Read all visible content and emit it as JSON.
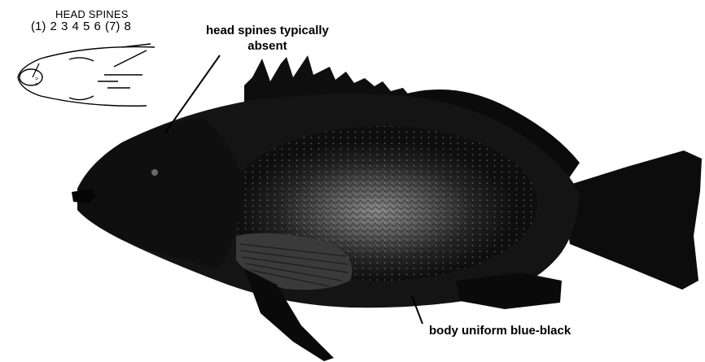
{
  "head_spines_diagram": {
    "title": "HEAD SPINES",
    "numbers": "(1) 2  3  4  5  6 (7)  8"
  },
  "annotations": {
    "head_spines_line1": "head spines typically",
    "head_spines_line2": "absent",
    "body_color": "body uniform blue-black"
  },
  "colors": {
    "fish_body": "#1a1a1a",
    "fish_dark": "#0a0a0a",
    "speckle": "#9a9a9a",
    "background": "#ffffff"
  }
}
